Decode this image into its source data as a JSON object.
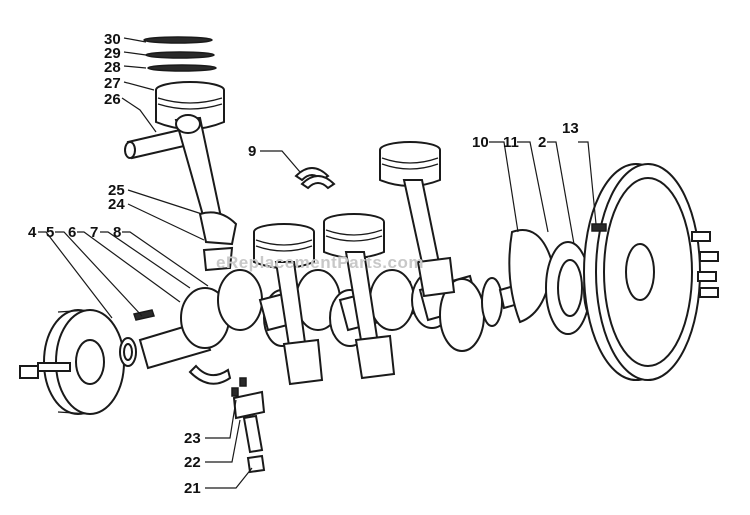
{
  "watermark": "eReplacementParts.com",
  "callouts": {
    "c30": "30",
    "c29": "29",
    "c28": "28",
    "c27": "27",
    "c26": "26",
    "c25": "25",
    "c24": "24",
    "c9": "9",
    "c4": "4",
    "c5": "5",
    "c6": "6",
    "c7": "7",
    "c8": "8",
    "c10": "10",
    "c11": "11",
    "c2": "2",
    "c13": "13",
    "c23": "23",
    "c22": "22",
    "c21": "21"
  },
  "colors": {
    "line": "#1a1a1a",
    "background": "#ffffff",
    "watermark": "#c8c8c8"
  }
}
